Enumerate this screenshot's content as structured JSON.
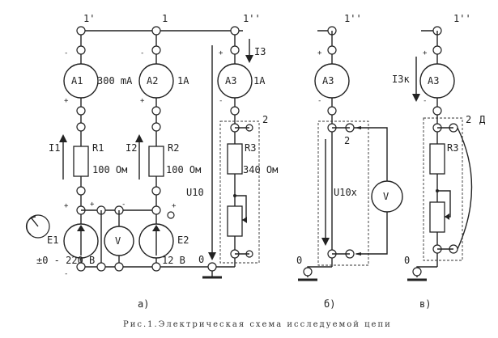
{
  "figure": {
    "caption": "Рис.1.Электрическая схема исследуемой цепи",
    "panels": {
      "a": "а)",
      "b": "б)",
      "c": "в)"
    },
    "nodes": {
      "n1_prime": "1'",
      "n1": "1",
      "n1_dprime": "1''",
      "n2": "2",
      "n0": "0",
      "d": "Д"
    },
    "meters": {
      "a1": {
        "name": "A1",
        "range": "300 mA"
      },
      "a2": {
        "name": "A2",
        "range": "1A"
      },
      "a3": {
        "name": "A3",
        "range": "1A"
      },
      "v": "V"
    },
    "resistors": {
      "r1": {
        "name": "R1",
        "value": "100 Ом"
      },
      "r2": {
        "name": "R2",
        "value": "100 Ом"
      },
      "r3": {
        "name": "R3",
        "value": "340 Ом"
      }
    },
    "sources": {
      "e1": {
        "name": "E1",
        "range": "±0 - 220 B"
      },
      "e2": {
        "name": "E2",
        "value": "12 B"
      }
    },
    "currents": {
      "i1": "I1",
      "i2": "I2",
      "i3": "I3",
      "i3k": "I3к"
    },
    "voltages": {
      "u10": "U10",
      "u10x": "U10х"
    },
    "signs": {
      "plus": "+",
      "minus": "-"
    }
  }
}
